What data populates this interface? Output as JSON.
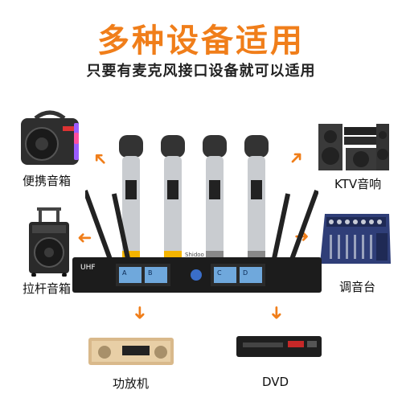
{
  "header": {
    "title": "多种设备适用",
    "subtitle": "只要有麦克风接口设备就可以适用"
  },
  "devices": {
    "portable_speaker": "便携音箱",
    "trolley_speaker": "拉杆音箱",
    "ktv_audio": "KTV音响",
    "mixer": "调音台",
    "amplifier": "功放机",
    "dvd": "DVD"
  },
  "receiver": {
    "brand_uhf": "UHF",
    "brand_name": "Shidoo",
    "lcd_a": "A",
    "lcd_b": "B",
    "lcd_c": "C",
    "lcd_d": "D"
  },
  "colors": {
    "accent": "#f07e1a",
    "mic_silver": "#c9ccd0",
    "mic_dark": "#2b2b2b",
    "lcd_blue": "#6fa8dc"
  }
}
